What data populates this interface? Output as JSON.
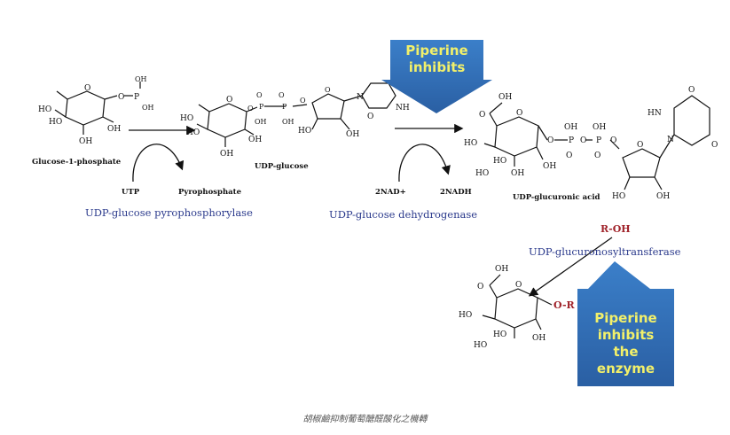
{
  "molecules": {
    "g1p": {
      "label": "Glucose-1-phosphate",
      "atoms": [
        "HO",
        "O",
        "O",
        "P",
        "OH",
        "OH",
        "HO",
        "OH",
        "OH"
      ]
    },
    "udpg": {
      "label": "UDP-glucose",
      "atoms": [
        "HO",
        "O",
        "O",
        "P",
        "P",
        "OH",
        "OH",
        "HO",
        "OH",
        "OH",
        "O",
        "O",
        "O",
        "O",
        "N",
        "NH",
        "O",
        "O",
        "HO",
        "OH"
      ]
    },
    "udpga": {
      "label": "UDP-glucuronic acid",
      "atoms": [
        "OH",
        "O",
        "O",
        "HO",
        "HO",
        "HO",
        "OH",
        "OH",
        "O",
        "P",
        "O",
        "P",
        "O",
        "OH",
        "O",
        "OH",
        "O",
        "HN",
        "O",
        "N",
        "O",
        "O",
        "HO",
        "OH"
      ]
    },
    "product": {
      "atoms": [
        "OH",
        "O",
        "O",
        "HO",
        "HO",
        "HO",
        "OH",
        "O-R"
      ]
    }
  },
  "reactions": {
    "step1": {
      "cosubstrate": "UTP",
      "byproduct": "Pyrophosphate",
      "enzyme": "UDP-glucose pyrophosphorylase"
    },
    "step2": {
      "cosubstrate": "2NAD+",
      "byproduct": "2NADH",
      "enzyme": "UDP-glucose dehydrogenase"
    },
    "step3": {
      "cosubstrate": "R-OH",
      "enzyme": "UDP-glucuronosyltransferase"
    }
  },
  "callouts": {
    "top": {
      "lines": [
        "Piperine",
        "inhibits"
      ]
    },
    "bottom": {
      "lines": [
        "Piperine",
        "inhibits",
        "the",
        "enzyme"
      ]
    }
  },
  "colors": {
    "callout_fill": "#2e6db4",
    "callout_text": "#f2f06a",
    "enzyme_text": "#2b3a8c",
    "ro_text": "#a0232a"
  },
  "caption": "胡椒鹼抑制葡萄醣醛酸化之機轉"
}
